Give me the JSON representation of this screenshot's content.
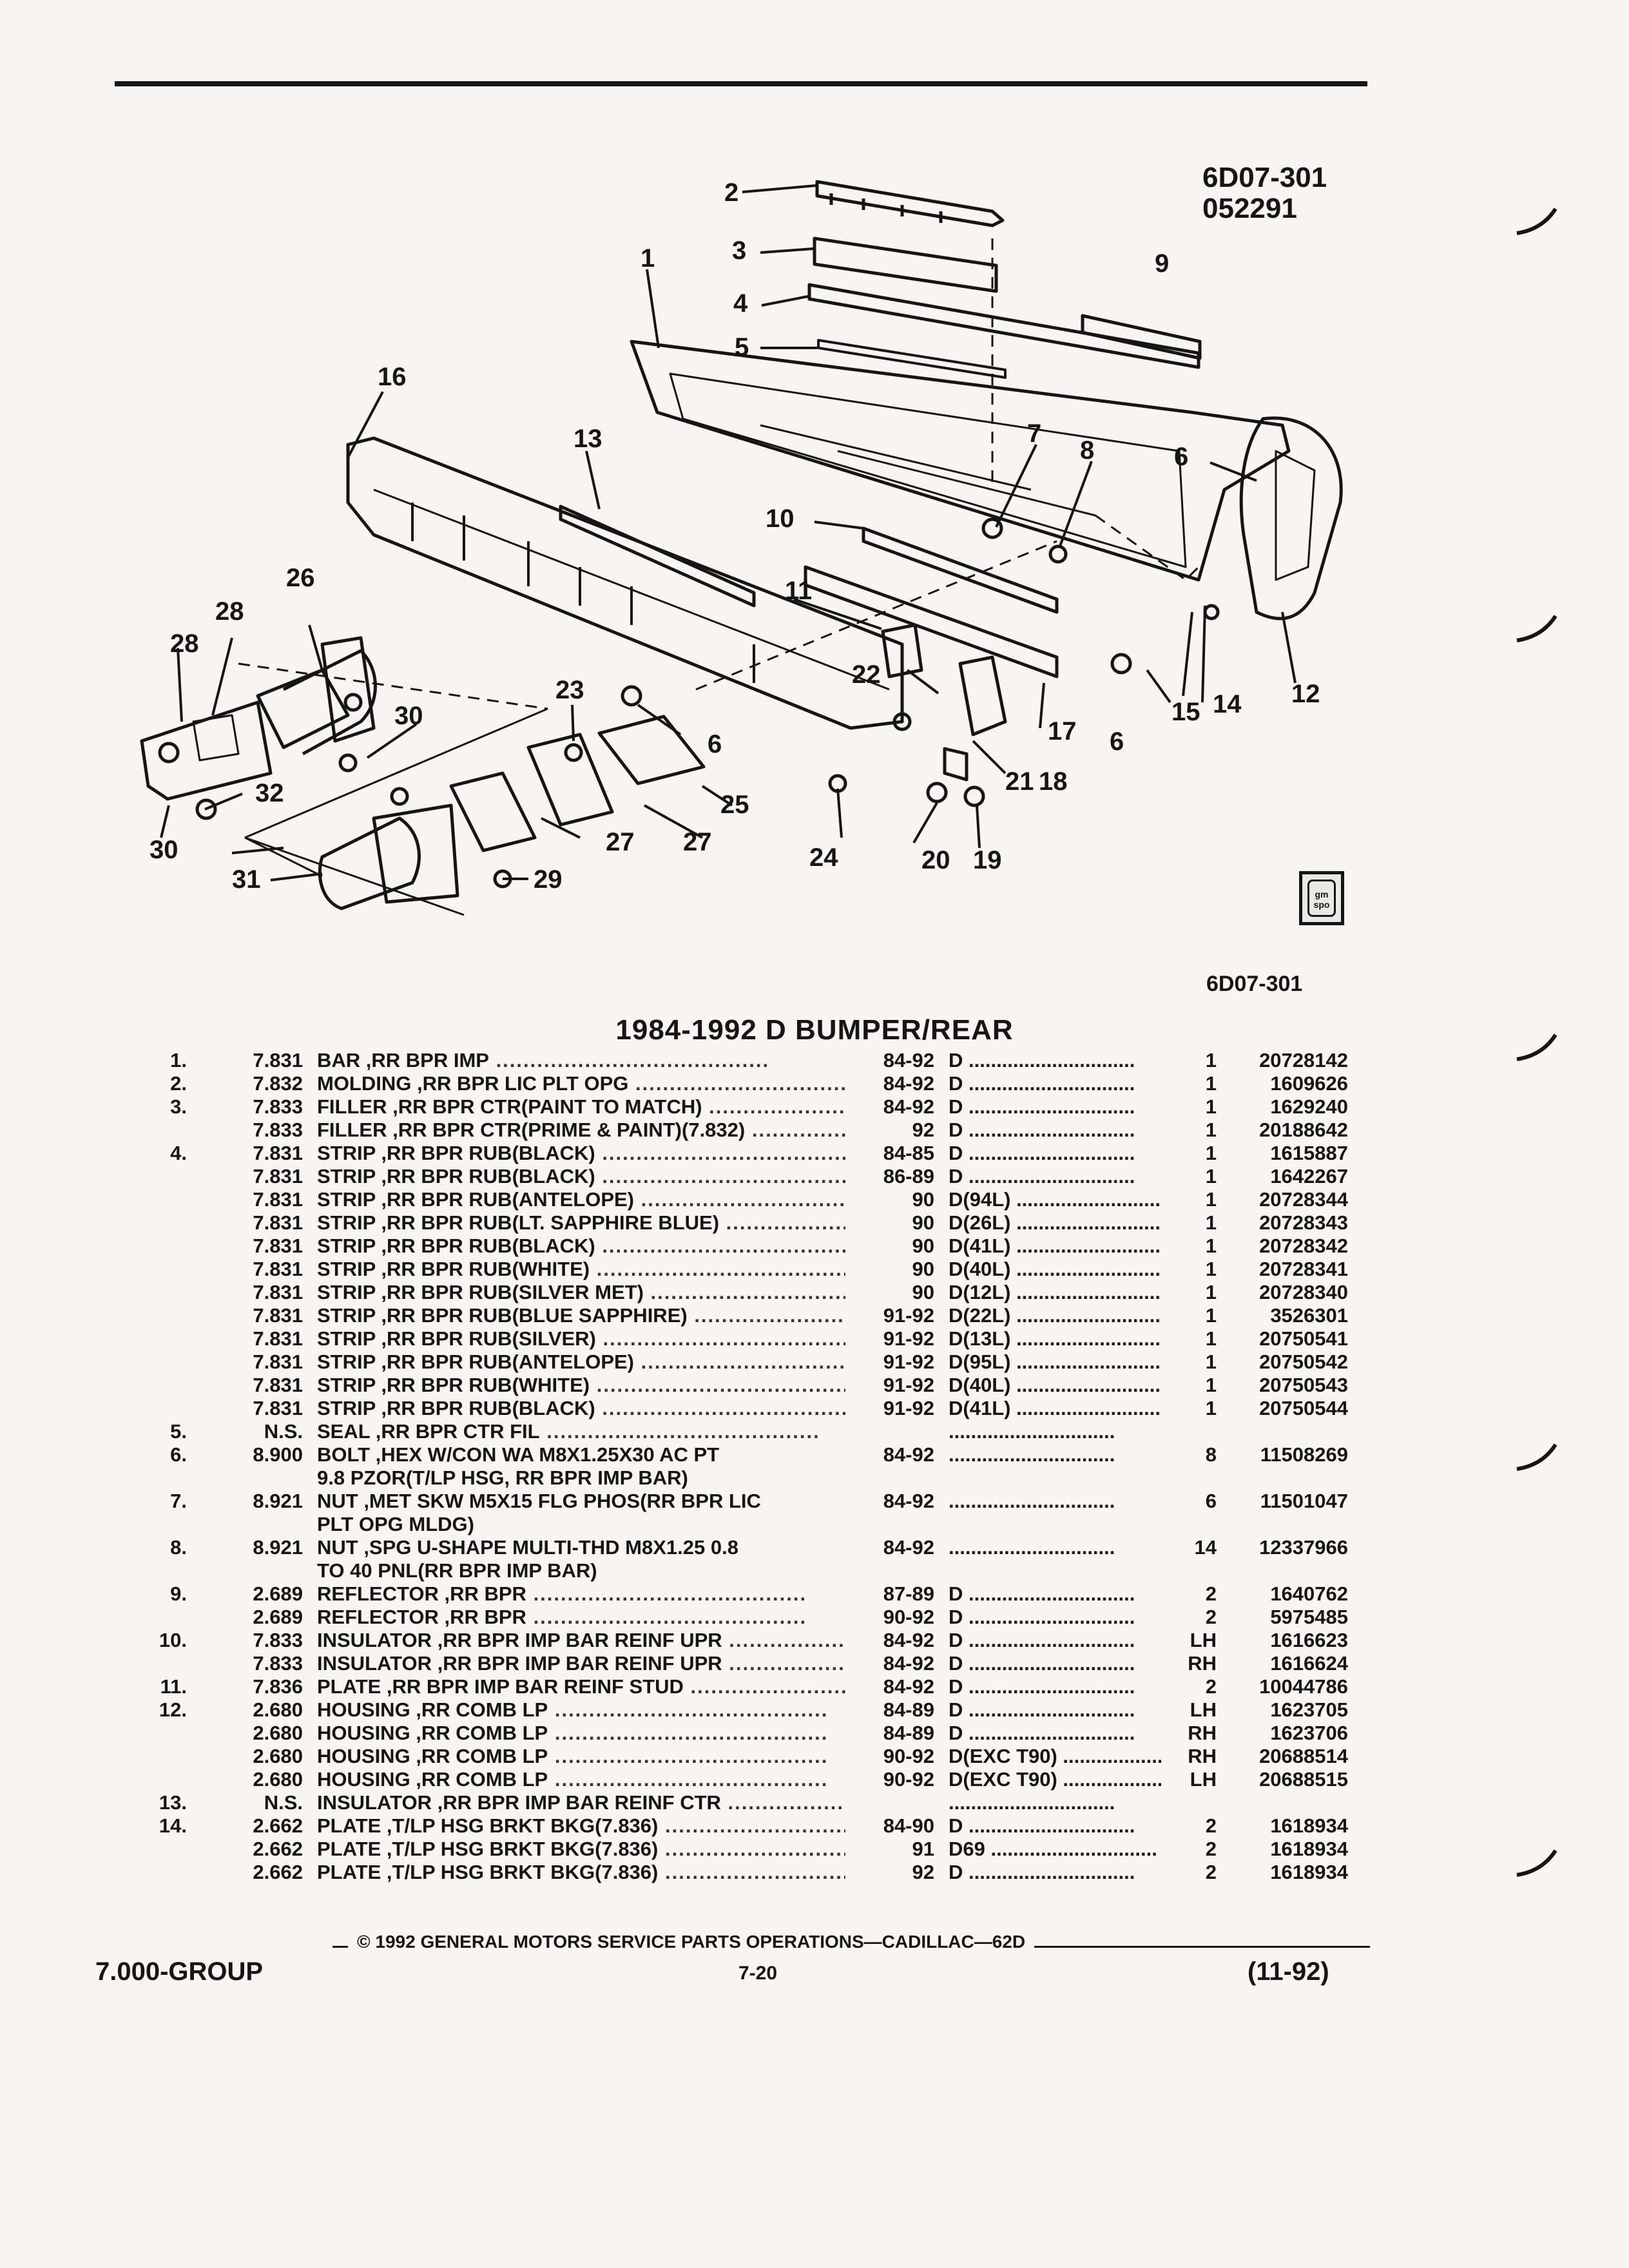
{
  "figure": {
    "code_top": "6D07-301",
    "code_sub": "052291",
    "code_bottom": "6D07-301",
    "callouts": [
      "1",
      "2",
      "3",
      "4",
      "5",
      "6",
      "6",
      "6",
      "7",
      "8",
      "9",
      "10",
      "11",
      "12",
      "13",
      "14",
      "15",
      "16",
      "17",
      "18",
      "19",
      "20",
      "21",
      "22",
      "23",
      "24",
      "25",
      "26",
      "27",
      "27",
      "28",
      "28",
      "29",
      "30",
      "30",
      "31",
      "32"
    ],
    "icon": "gm-spo-badge",
    "icon_text": "gm spo"
  },
  "section_title": "1984-1992 D BUMPER/REAR",
  "parts": [
    {
      "ref": "1.",
      "group": "7.831",
      "desc": "BAR ,RR BPR IMP",
      "years": "84-92",
      "series": "D",
      "qty": "1",
      "pn": "20728142"
    },
    {
      "ref": "2.",
      "group": "7.832",
      "desc": "MOLDING ,RR BPR LIC PLT OPG",
      "years": "84-92",
      "series": "D",
      "qty": "1",
      "pn": "1609626"
    },
    {
      "ref": "3.",
      "group": "7.833",
      "desc": "FILLER ,RR BPR CTR(PAINT TO MATCH)",
      "years": "84-92",
      "series": "D",
      "qty": "1",
      "pn": "1629240"
    },
    {
      "ref": "",
      "group": "7.833",
      "desc": "FILLER ,RR BPR CTR(PRIME & PAINT)(7.832)",
      "years": "92",
      "series": "D",
      "qty": "1",
      "pn": "20188642"
    },
    {
      "ref": "4.",
      "group": "7.831",
      "desc": "STRIP ,RR BPR RUB(BLACK)",
      "years": "84-85",
      "series": "D",
      "qty": "1",
      "pn": "1615887"
    },
    {
      "ref": "",
      "group": "7.831",
      "desc": "STRIP ,RR BPR RUB(BLACK)",
      "years": "86-89",
      "series": "D",
      "qty": "1",
      "pn": "1642267"
    },
    {
      "ref": "",
      "group": "7.831",
      "desc": "STRIP ,RR BPR RUB(ANTELOPE)",
      "years": "90",
      "series": "D(94L)",
      "qty": "1",
      "pn": "20728344"
    },
    {
      "ref": "",
      "group": "7.831",
      "desc": "STRIP ,RR BPR RUB(LT. SAPPHIRE BLUE)",
      "years": "90",
      "series": "D(26L)",
      "qty": "1",
      "pn": "20728343"
    },
    {
      "ref": "",
      "group": "7.831",
      "desc": "STRIP ,RR BPR RUB(BLACK)",
      "years": "90",
      "series": "D(41L)",
      "qty": "1",
      "pn": "20728342"
    },
    {
      "ref": "",
      "group": "7.831",
      "desc": "STRIP ,RR BPR RUB(WHITE)",
      "years": "90",
      "series": "D(40L)",
      "qty": "1",
      "pn": "20728341"
    },
    {
      "ref": "",
      "group": "7.831",
      "desc": "STRIP ,RR BPR RUB(SILVER MET)",
      "years": "90",
      "series": "D(12L)",
      "qty": "1",
      "pn": "20728340"
    },
    {
      "ref": "",
      "group": "7.831",
      "desc": "STRIP ,RR BPR RUB(BLUE SAPPHIRE)",
      "years": "91-92",
      "series": "D(22L)",
      "qty": "1",
      "pn": "3526301"
    },
    {
      "ref": "",
      "group": "7.831",
      "desc": "STRIP ,RR BPR RUB(SILVER)",
      "years": "91-92",
      "series": "D(13L)",
      "qty": "1",
      "pn": "20750541"
    },
    {
      "ref": "",
      "group": "7.831",
      "desc": "STRIP ,RR BPR RUB(ANTELOPE)",
      "years": "91-92",
      "series": "D(95L)",
      "qty": "1",
      "pn": "20750542"
    },
    {
      "ref": "",
      "group": "7.831",
      "desc": "STRIP ,RR BPR RUB(WHITE)",
      "years": "91-92",
      "series": "D(40L)",
      "qty": "1",
      "pn": "20750543"
    },
    {
      "ref": "",
      "group": "7.831",
      "desc": "STRIP ,RR BPR RUB(BLACK)",
      "years": "91-92",
      "series": "D(41L)",
      "qty": "1",
      "pn": "20750544"
    },
    {
      "ref": "5.",
      "group": "N.S.",
      "desc": "SEAL ,RR BPR CTR FIL",
      "years": "",
      "series": "",
      "qty": "",
      "pn": ""
    },
    {
      "ref": "6.",
      "group": "8.900",
      "desc": "BOLT ,HEX W/CON WA M8X1.25X30 AC PT",
      "desc2": "9.8 PZOR(T/LP HSG, RR BPR IMP BAR)",
      "years": "84-92",
      "series": "",
      "qty": "8",
      "pn": "11508269"
    },
    {
      "ref": "7.",
      "group": "8.921",
      "desc": "NUT ,MET SKW M5X15 FLG PHOS(RR BPR LIC",
      "desc2": "PLT OPG MLDG)",
      "years": "84-92",
      "series": "",
      "qty": "6",
      "pn": "11501047"
    },
    {
      "ref": "8.",
      "group": "8.921",
      "desc": "NUT ,SPG U-SHAPE MULTI-THD M8X1.25 0.8",
      "desc2": "TO 40 PNL(RR BPR IMP BAR)",
      "years": "84-92",
      "series": "",
      "qty": "14",
      "pn": "12337966"
    },
    {
      "ref": "9.",
      "group": "2.689",
      "desc": "REFLECTOR ,RR BPR",
      "years": "87-89",
      "series": "D",
      "qty": "2",
      "pn": "1640762"
    },
    {
      "ref": "",
      "group": "2.689",
      "desc": "REFLECTOR ,RR BPR",
      "years": "90-92",
      "series": "D",
      "qty": "2",
      "pn": "5975485"
    },
    {
      "ref": "10.",
      "group": "7.833",
      "desc": "INSULATOR ,RR BPR IMP BAR REINF UPR",
      "years": "84-92",
      "series": "D",
      "qty": "LH",
      "pn": "1616623"
    },
    {
      "ref": "",
      "group": "7.833",
      "desc": "INSULATOR ,RR BPR IMP BAR REINF UPR",
      "years": "84-92",
      "series": "D",
      "qty": "RH",
      "pn": "1616624"
    },
    {
      "ref": "11.",
      "group": "7.836",
      "desc": "PLATE ,RR BPR IMP BAR REINF STUD",
      "years": "84-92",
      "series": "D",
      "qty": "2",
      "pn": "10044786"
    },
    {
      "ref": "12.",
      "group": "2.680",
      "desc": "HOUSING ,RR COMB LP",
      "years": "84-89",
      "series": "D",
      "qty": "LH",
      "pn": "1623705"
    },
    {
      "ref": "",
      "group": "2.680",
      "desc": "HOUSING ,RR COMB LP",
      "years": "84-89",
      "series": "D",
      "qty": "RH",
      "pn": "1623706"
    },
    {
      "ref": "",
      "group": "2.680",
      "desc": "HOUSING ,RR COMB LP",
      "years": "90-92",
      "series": "D(EXC T90)",
      "qty": "RH",
      "pn": "20688514"
    },
    {
      "ref": "",
      "group": "2.680",
      "desc": "HOUSING ,RR COMB LP",
      "years": "90-92",
      "series": "D(EXC T90)",
      "qty": "LH",
      "pn": "20688515"
    },
    {
      "ref": "13.",
      "group": "N.S.",
      "desc": "INSULATOR ,RR BPR IMP BAR REINF CTR",
      "years": "",
      "series": "",
      "qty": "",
      "pn": ""
    },
    {
      "ref": "14.",
      "group": "2.662",
      "desc": "PLATE ,T/LP HSG BRKT BKG(7.836)",
      "years": "84-90",
      "series": "D",
      "qty": "2",
      "pn": "1618934"
    },
    {
      "ref": "",
      "group": "2.662",
      "desc": "PLATE ,T/LP HSG BRKT BKG(7.836)",
      "years": "91",
      "series": "D69",
      "qty": "2",
      "pn": "1618934"
    },
    {
      "ref": "",
      "group": "2.662",
      "desc": "PLATE ,T/LP HSG BRKT BKG(7.836)",
      "years": "92",
      "series": "D",
      "qty": "2",
      "pn": "1618934"
    }
  ],
  "footer": {
    "group": "7.000-GROUP",
    "copyright": "© 1992 GENERAL MOTORS SERVICE PARTS OPERATIONS—CADILLAC—62D",
    "page": "7-20",
    "date": "(11-92)"
  }
}
